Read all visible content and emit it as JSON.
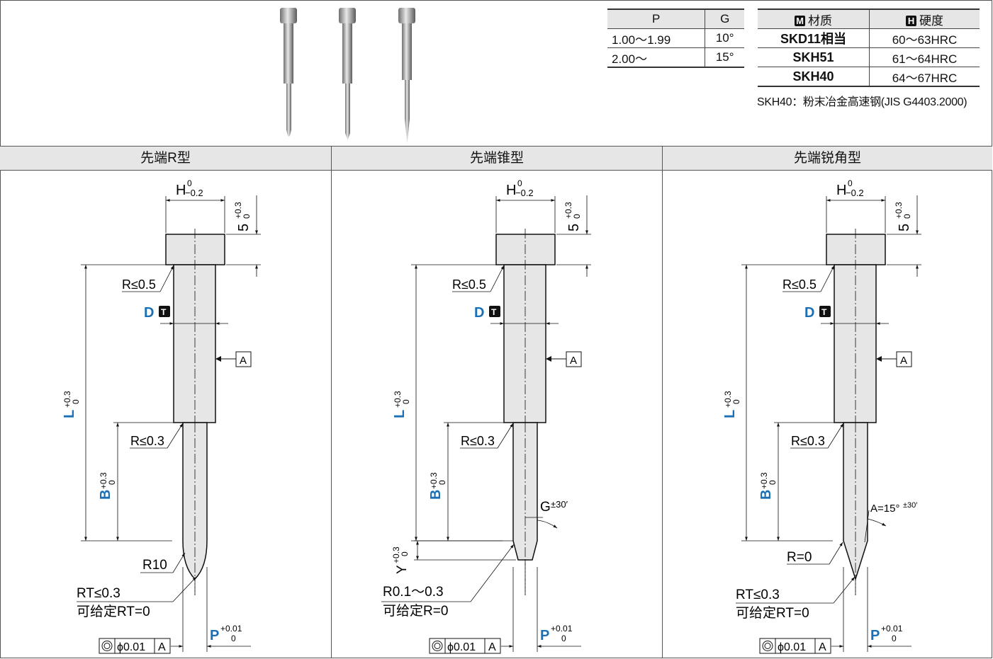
{
  "table_pg": {
    "headers": [
      "P",
      "G"
    ],
    "rows": [
      [
        "1.00〜1.99",
        "10°"
      ],
      [
        "2.00〜",
        "15°"
      ]
    ]
  },
  "table_material": {
    "headers": {
      "material_badge": "M",
      "material": "材质",
      "hardness_badge": "H",
      "hardness": "硬度"
    },
    "rows": [
      [
        "SKD11相当",
        "60〜63HRC"
      ],
      [
        "SKH51",
        "61〜64HRC"
      ],
      [
        "SKH40",
        "64〜67HRC"
      ]
    ],
    "note": "SKH40：粉末冶金高速钢(JIS G4403.2000)"
  },
  "sections": [
    {
      "title": "先端R型"
    },
    {
      "title": "先端锥型"
    },
    {
      "title": "先端锐角型"
    }
  ],
  "labels": {
    "H": "H",
    "H_upper": "0",
    "H_lower": "−0.2",
    "five": "5",
    "five_upper": "+0.3",
    "five_lower": "0",
    "R05": "R≤0.5",
    "R03": "R≤0.3",
    "D": "D",
    "T_badge": "T",
    "A": "A",
    "L": "L",
    "L_upper": "+0.3",
    "L_lower": "0",
    "B": "B",
    "B_upper": "+0.3",
    "B_lower": "0",
    "P": "P",
    "P_upper": "+0.01",
    "P_lower": "0",
    "tol_phi": "ϕ0.01",
    "tol_A": "A",
    "R10": "R10",
    "RT": "RT≤0.3",
    "RT_alt": "可给定RT=0",
    "G": "G",
    "G_tol": "±30′",
    "Y": "Y",
    "Y_upper": "+0.3",
    "Y_lower": "0",
    "R01": "R0.1〜0.3",
    "R_alt": "可给定R=0",
    "R0": "R=0",
    "A_angle": "A=15°",
    "A_tol": "±30′"
  }
}
